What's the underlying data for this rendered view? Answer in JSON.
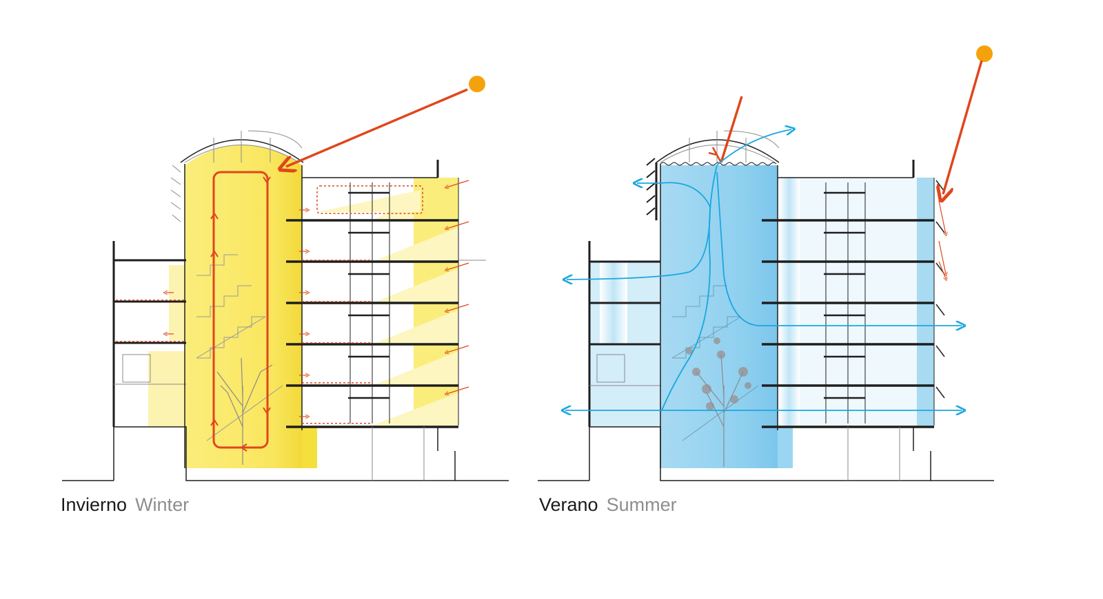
{
  "winter": {
    "label": "Invierno",
    "label_en": "Winter"
  },
  "summer": {
    "label": "Verano",
    "label_en": "Summer"
  },
  "colors": {
    "sun": "#f4a20c",
    "sun_ray": "#e0461c",
    "winter_fill": "#fbed7c",
    "winter_fill_light": "#fdf6c0",
    "winter_fill_strong": "#f5df3c",
    "summer_fill": "#8fd0ef",
    "summer_fill_light": "#d3edf9",
    "airflow": "#1aa7df",
    "line": "#1e1e1e",
    "thin_line": "#8a8a8a"
  }
}
